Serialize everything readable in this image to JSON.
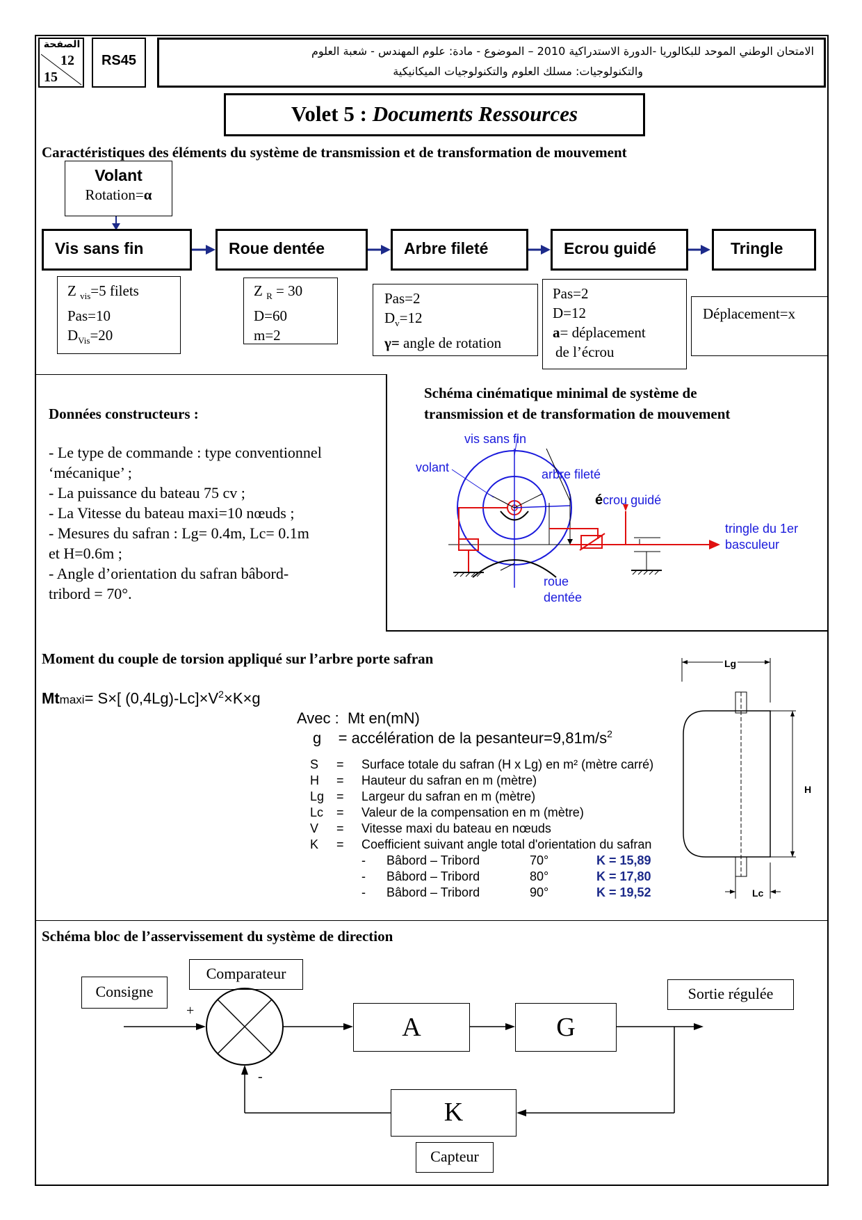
{
  "header": {
    "page_label": "الصفحة",
    "page_num": "12",
    "page_total": "15",
    "code": "RS45",
    "exam_line1": "الامتحان الوطني الموحد للبكالوريا -الدورة الاستدراكية 2010 – الموضوع - مادة: علوم المهندس - شعبة العلوم",
    "exam_line2": "والتكنولوجيات: مسلك العلوم والتكنولوجيات الميكانيكية"
  },
  "title": {
    "prefix": "Volet 5 : ",
    "italic": "Documents Ressources"
  },
  "characteristics": {
    "heading": "Caractéristiques des éléments du système de transmission et de transformation de mouvement",
    "volant": {
      "name": "Volant",
      "rotation_label": "Rotation=",
      "rotation_symbol": "α"
    },
    "chain": [
      "Vis sans fin",
      "Roue dentée",
      "Arbre fileté",
      "Ecrou guidé",
      "Tringle"
    ],
    "vis": {
      "z_prefix": "Z ",
      "z_sub": "vis",
      "z_value": "=5 filets",
      "pas": "Pas=10",
      "d_prefix": "D",
      "d_sub": "Vis",
      "d_value": "=20"
    },
    "roue": {
      "z_prefix": "Z ",
      "z_sub": "R",
      "z_value": " = 30",
      "d": "D=60",
      "m": "m=2"
    },
    "arbre": {
      "pas": "Pas=2",
      "d_prefix": "D",
      "d_sub": "v",
      "d_value": "=12",
      "gamma_symbol": "γ=",
      "gamma_text": " angle de rotation"
    },
    "ecrou": {
      "pas": "Pas=2",
      "d": "D=12",
      "a_symbol": "a",
      "a_text": "= déplacement",
      "a_text2": "de  l’écrou"
    },
    "tringle": {
      "deplacement": "Déplacement=x"
    }
  },
  "donnees": {
    "heading": "Données constructeurs :",
    "lines": [
      "- Le type de commande : type conventionnel",
      "‘mécanique’ ;",
      "- La puissance du bateau 75 cv ;",
      "- La Vitesse du bateau maxi=10 nœuds ;",
      "- Mesures du safran : Lg= 0.4m,  Lc= 0.1m",
      "et H=0.6m ;",
      "- Angle d’orientation du safran bâbord-",
      "tribord  = 70°."
    ]
  },
  "schema": {
    "heading_line1": "Schéma cinématique minimal de système de",
    "heading_line2": "transmission et de transformation de mouvement",
    "labels": {
      "vis": "vis sans fin",
      "volant": "volant",
      "arbre": "arbre fileté",
      "ecrou_bold": "é",
      "ecrou": "crou guidé",
      "tringle1": "tringle du 1er",
      "tringle2": "basculeur",
      "roue1": "roue",
      "roue2": "dentée"
    },
    "colors": {
      "blue": "#1a1adc",
      "red": "#e01010"
    }
  },
  "moment": {
    "heading": "Moment du couple de torsion appliqué sur l’arbre porte safran",
    "formula_bold": "Mt",
    "formula_sub": "maxi",
    "formula_rest": "= S×[ (0,4Lg)-Lc]×V",
    "formula_exp": "2",
    "formula_end": "×K×g",
    "avec": "Avec :  Mt en(mN)",
    "g_line": "g    = accélération de la pesanteur=9,81m/s",
    "g_exp": "2",
    "legend": [
      {
        "sym": "S",
        "eq": "=",
        "desc": "Surface totale du safran (H x Lg) en m² (mètre carré)"
      },
      {
        "sym": "H",
        "eq": "=",
        "desc": "Hauteur du safran en m (mètre)"
      },
      {
        "sym": "Lg",
        "eq": "=",
        "desc": "Largeur du safran en m (mètre)"
      },
      {
        "sym": "Lc",
        "eq": "=",
        "desc": "Valeur de la compensation en m (mètre)"
      },
      {
        "sym": "V",
        "eq": "=",
        "desc": "Vitesse maxi du bateau en nœuds"
      },
      {
        "sym": "K",
        "eq": "=",
        "desc": "Coefficient suivant angle total d'orientation du safran"
      }
    ],
    "k_rows": [
      {
        "dash": "-",
        "label": "Bâbord – Tribord",
        "angle": "70°",
        "k": "K = 15,89"
      },
      {
        "dash": "-",
        "label": "Bâbord – Tribord",
        "angle": "80°",
        "k": "K = 17,80"
      },
      {
        "dash": "-",
        "label": "Bâbord – Tribord",
        "angle": "90°",
        "k": "K = 19,52"
      }
    ],
    "rudder": {
      "lg": "Lg",
      "h": "H",
      "lc": "Lc"
    }
  },
  "bloc": {
    "heading": "Schéma bloc de l’asservissement du système de direction",
    "consigne": "Consigne",
    "comparateur": "Comparateur",
    "plus": "+",
    "minus": "-",
    "a": "A",
    "g": "G",
    "k": "K",
    "sortie": "Sortie régulée",
    "capteur": "Capteur"
  }
}
